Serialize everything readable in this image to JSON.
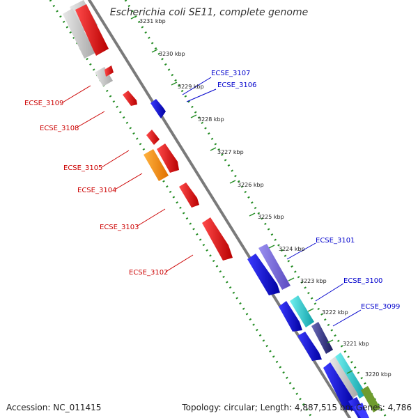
{
  "title": "Escherichia coli SE11, complete genome",
  "accession": "Accession: NC_011415",
  "summary": "Topology: circular; Length: 4,887,515 bp; Genes: 4,786",
  "ticks": [
    "3231 kbp",
    "3230 kbp",
    "3229 kbp",
    "3228 kbp",
    "3227 kbp",
    "3226 kbp",
    "3225 kbp",
    "3224 kbp",
    "3223 kbp",
    "3222 kbp",
    "3221 kbp",
    "3220 kbp"
  ],
  "labels_left": [
    "ECSE_3109",
    "ECSE_3108",
    "ECSE_3105",
    "ECSE_3104",
    "ECSE_3103",
    "ECSE_3102"
  ],
  "labels_right": [
    "ECSE_3107",
    "ECSE_3106",
    "ECSE_3101",
    "ECSE_3100",
    "ECSE_3099"
  ],
  "colors": {
    "left_gene_label": "#cc0000",
    "right_gene_label": "#0000cc",
    "backbone": "#808080",
    "gc_dots": "#228b22"
  }
}
